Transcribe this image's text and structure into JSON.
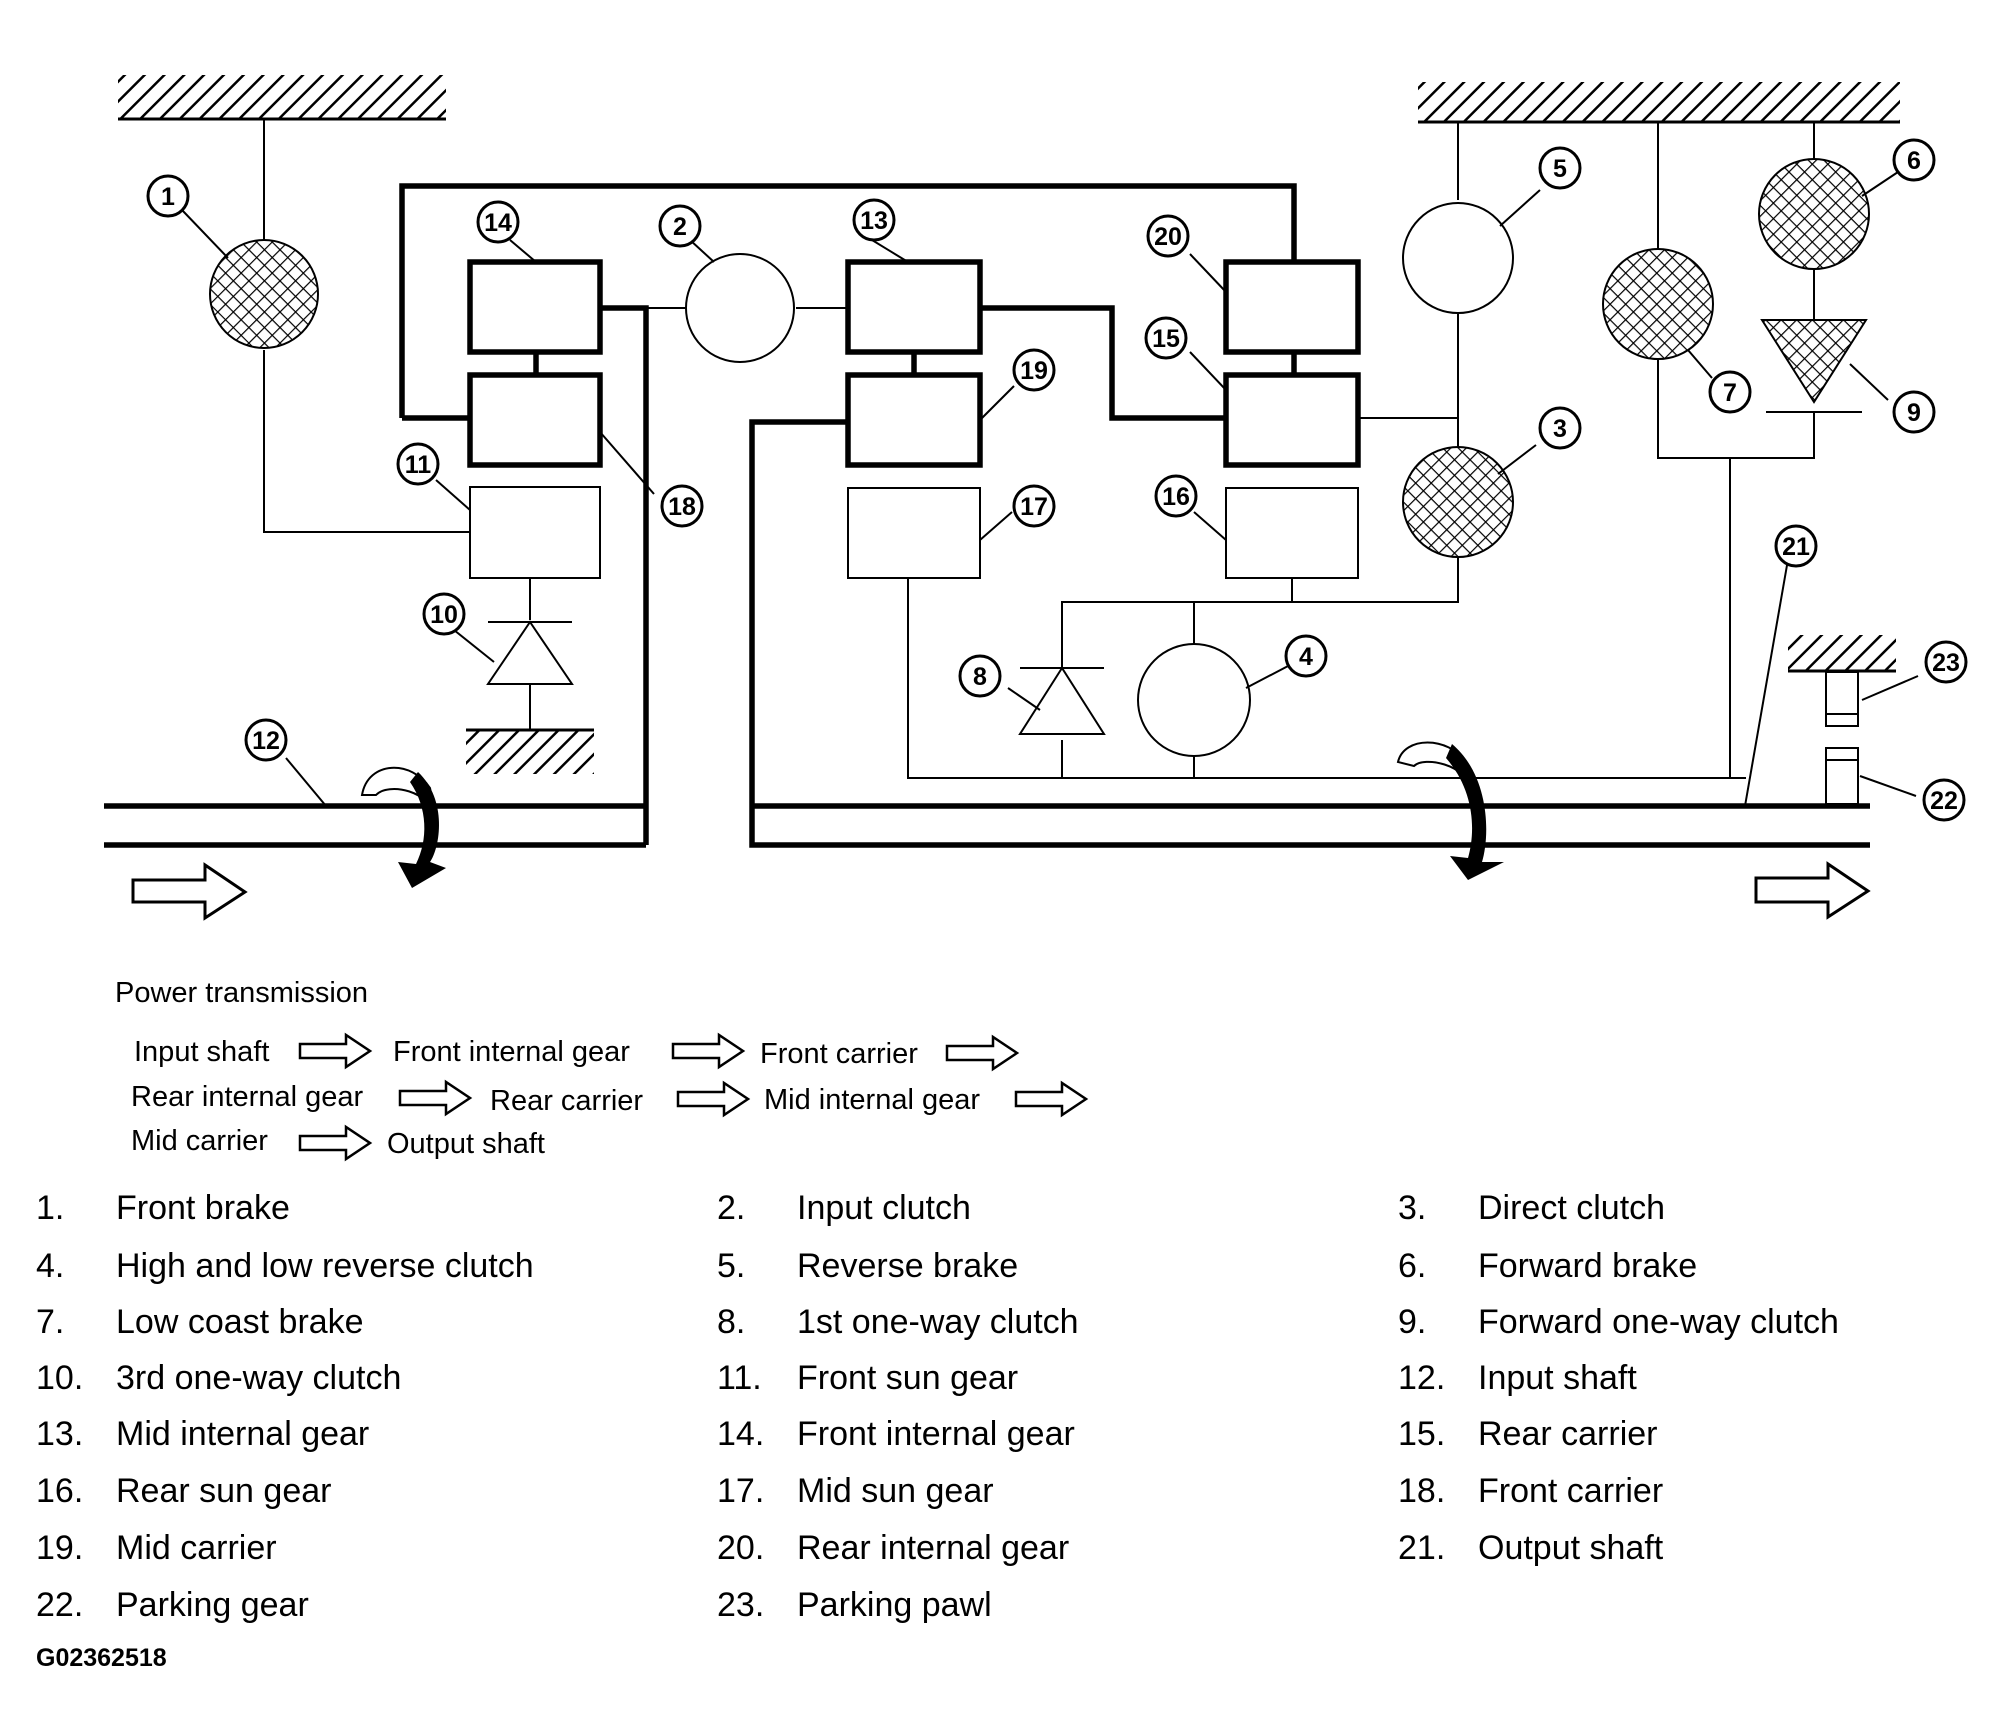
{
  "power_transmission": {
    "title": "Power transmission",
    "steps": [
      "Input shaft",
      "Front internal gear",
      "Front carrier",
      "Rear internal gear",
      "Rear carrier",
      "Mid internal gear",
      "Mid carrier",
      "Output shaft"
    ]
  },
  "callouts": [
    "1",
    "2",
    "3",
    "4",
    "5",
    "6",
    "7",
    "8",
    "9",
    "10",
    "11",
    "12",
    "13",
    "14",
    "15",
    "16",
    "17",
    "18",
    "19",
    "20",
    "21",
    "22",
    "23"
  ],
  "legend": [
    {
      "num": "1.",
      "text": "Front brake"
    },
    {
      "num": "2.",
      "text": "Input clutch"
    },
    {
      "num": "3.",
      "text": "Direct clutch"
    },
    {
      "num": "4.",
      "text": "High and low reverse clutch"
    },
    {
      "num": "5.",
      "text": "Reverse brake"
    },
    {
      "num": "6.",
      "text": "Forward brake"
    },
    {
      "num": "7.",
      "text": "Low coast brake"
    },
    {
      "num": "8.",
      "text": "1st one-way clutch"
    },
    {
      "num": "9.",
      "text": "Forward one-way clutch"
    },
    {
      "num": "10.",
      "text": "3rd one-way clutch"
    },
    {
      "num": "11.",
      "text": "Front sun gear"
    },
    {
      "num": "12.",
      "text": "Input shaft"
    },
    {
      "num": "13.",
      "text": "Mid internal gear"
    },
    {
      "num": "14.",
      "text": "Front internal gear"
    },
    {
      "num": "15.",
      "text": "Rear carrier"
    },
    {
      "num": "16.",
      "text": "Rear sun gear"
    },
    {
      "num": "17.",
      "text": "Mid sun gear"
    },
    {
      "num": "18.",
      "text": "Front carrier"
    },
    {
      "num": "19.",
      "text": "Mid carrier"
    },
    {
      "num": "20.",
      "text": "Rear internal gear"
    },
    {
      "num": "21.",
      "text": "Output shaft"
    },
    {
      "num": "22.",
      "text": "Parking gear"
    },
    {
      "num": "23.",
      "text": "Parking pawl"
    }
  ],
  "figure_id": "G02362518"
}
